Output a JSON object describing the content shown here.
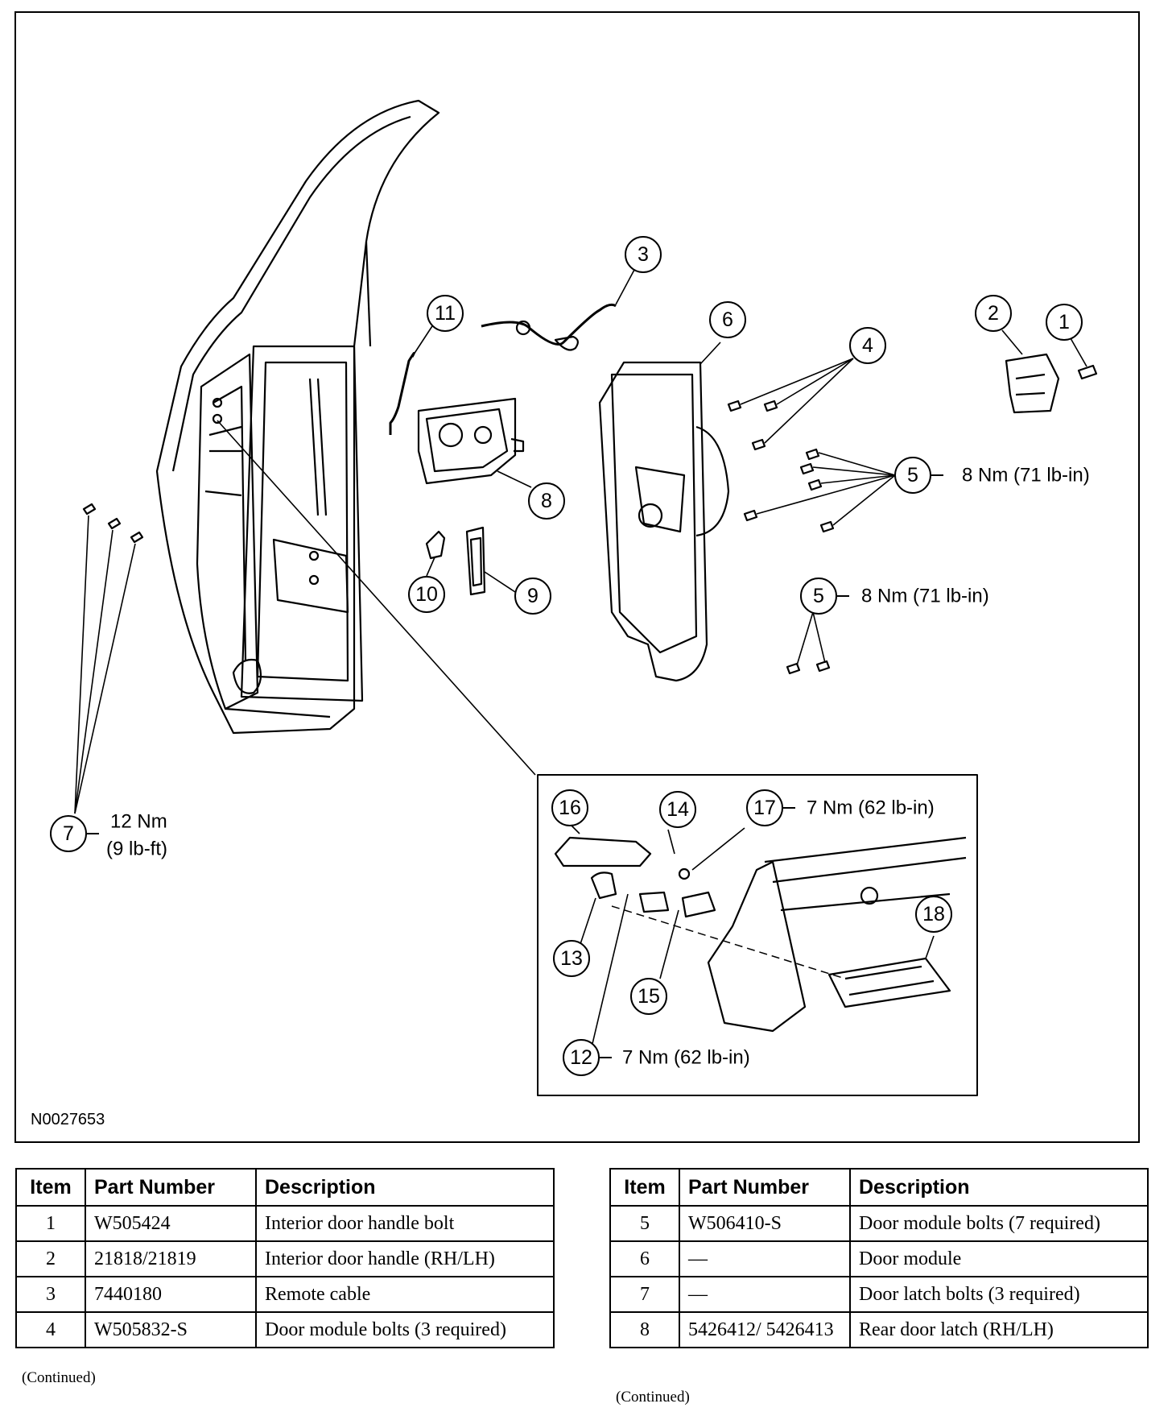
{
  "figure": {
    "id": "N0027653",
    "callouts": [
      "1",
      "2",
      "3",
      "4",
      "5",
      "5",
      "6",
      "7",
      "8",
      "9",
      "10",
      "11",
      "12",
      "13",
      "14",
      "15",
      "16",
      "17",
      "18"
    ],
    "torques": {
      "item5_upper": "8 Nm (71 lb-in)",
      "item5_lower": "8 Nm (71 lb-in)",
      "item7_line1": "12 Nm",
      "item7_line2": "(9 lb-ft)",
      "item17": "7 Nm (62 lb-in)",
      "item12": "7 Nm (62 lb-in)"
    }
  },
  "tables": {
    "headers": {
      "item": "Item",
      "part_number": "Part Number",
      "description": "Description"
    },
    "left": [
      {
        "item": "1",
        "part_number": "W505424",
        "description": "Interior door handle bolt"
      },
      {
        "item": "2",
        "part_number": "21818/21819",
        "description": "Interior door handle (RH/LH)"
      },
      {
        "item": "3",
        "part_number": "7440180",
        "description": "Remote cable"
      },
      {
        "item": "4",
        "part_number": "W505832-S",
        "description": "Door module bolts (3 required)"
      }
    ],
    "right": [
      {
        "item": "5",
        "part_number": "W506410-S",
        "description": "Door module bolts (7 required)"
      },
      {
        "item": "6",
        "part_number": "—",
        "description": "Door module"
      },
      {
        "item": "7",
        "part_number": "—",
        "description": "Door latch bolts (3 required)"
      },
      {
        "item": "8",
        "part_number": "5426412/ 5426413",
        "description": "Rear door latch (RH/LH)"
      }
    ],
    "continued_left": "(Continued)",
    "continued_right": "(Continued)"
  }
}
